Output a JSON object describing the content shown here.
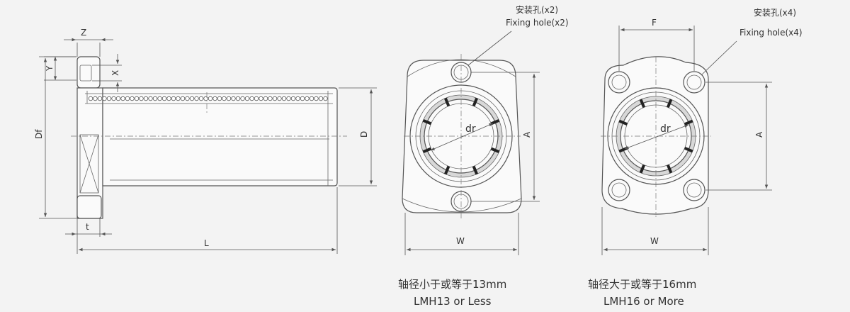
{
  "side_view": {
    "labels": {
      "z": "Z",
      "y": "Y",
      "x": "X",
      "df": "Df",
      "d": "D",
      "t": "t",
      "l": "L"
    }
  },
  "front_small": {
    "callout_cn": "安装孔(x2)",
    "callout_en": "Fixing hole(x2)",
    "label_dr": "dr",
    "label_a": "A",
    "label_w": "W",
    "caption_cn": "轴径小于或等于13mm",
    "caption_en": "LMH13 or Less"
  },
  "front_large": {
    "callout_cn": "安装孔(x4)",
    "callout_en": "Fixing hole(x4)",
    "label_dr": "dr",
    "label_a": "A",
    "label_w": "W",
    "label_f": "F",
    "caption_cn": "轴径大于或等于16mm",
    "caption_en": "LMH16 or More"
  }
}
